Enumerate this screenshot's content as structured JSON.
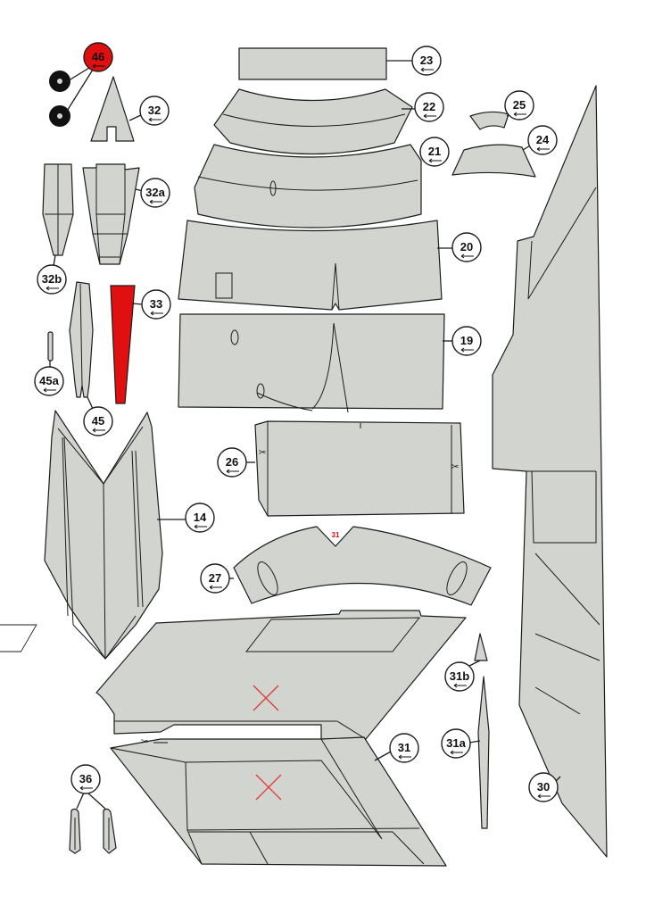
{
  "sheet": {
    "colors": {
      "paper": "#d2d5cf",
      "outline": "#1c1c1c",
      "accent": "#e01010",
      "cross": "#e03a3a"
    },
    "parts": [
      {
        "id": "p23",
        "label": "23"
      },
      {
        "id": "p22",
        "label": "22"
      },
      {
        "id": "p21",
        "label": "21"
      },
      {
        "id": "p20",
        "label": "20"
      },
      {
        "id": "p19",
        "label": "19"
      },
      {
        "id": "p25",
        "label": "25"
      },
      {
        "id": "p24",
        "label": "24"
      },
      {
        "id": "p46",
        "label": "46"
      },
      {
        "id": "p32",
        "label": "32"
      },
      {
        "id": "p32a",
        "label": "32a"
      },
      {
        "id": "p32b",
        "label": "32b"
      },
      {
        "id": "p33",
        "label": "33"
      },
      {
        "id": "p45a",
        "label": "45a"
      },
      {
        "id": "p45",
        "label": "45"
      },
      {
        "id": "p14",
        "label": "14"
      },
      {
        "id": "p26",
        "label": "26"
      },
      {
        "id": "p27",
        "label": "27"
      },
      {
        "id": "p31b",
        "label": "31b"
      },
      {
        "id": "p31a",
        "label": "31a"
      },
      {
        "id": "p31",
        "label": "31"
      },
      {
        "id": "p36",
        "label": "36"
      },
      {
        "id": "p30",
        "label": "30"
      }
    ],
    "small_marks": {
      "p27_mark": "31"
    }
  }
}
